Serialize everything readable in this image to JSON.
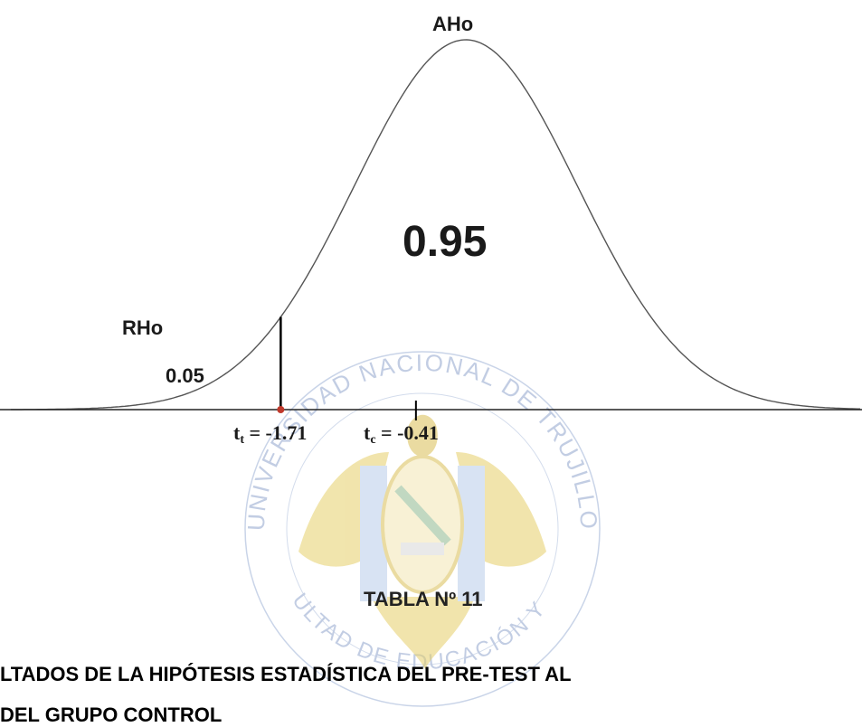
{
  "chart_data": {
    "type": "area",
    "title": "",
    "regions": [
      {
        "label": "AHo",
        "value": "0.95"
      },
      {
        "label": "RHo",
        "value": "0.05"
      }
    ],
    "critical_t": {
      "symbol": "t",
      "subscript": "t",
      "text": " = -1.71",
      "value": -1.71
    },
    "computed_t": {
      "symbol": "t",
      "subscript": "c",
      "text": " = -0.41",
      "value": -0.41
    }
  },
  "watermark": {
    "top_text": "UNIVERSIDAD NACIONAL DE TRUJILLO",
    "bottom_text": "FACULTAD DE EDUCACIÓN Y C.C."
  },
  "document": {
    "table_label": "TABLA Nº 11",
    "heading_line1": "LTADOS DE LA HIPÓTESIS ESTADÍSTICA DEL PRE-TEST AL",
    "heading_line2": "DEL GRUPO CONTROL"
  }
}
